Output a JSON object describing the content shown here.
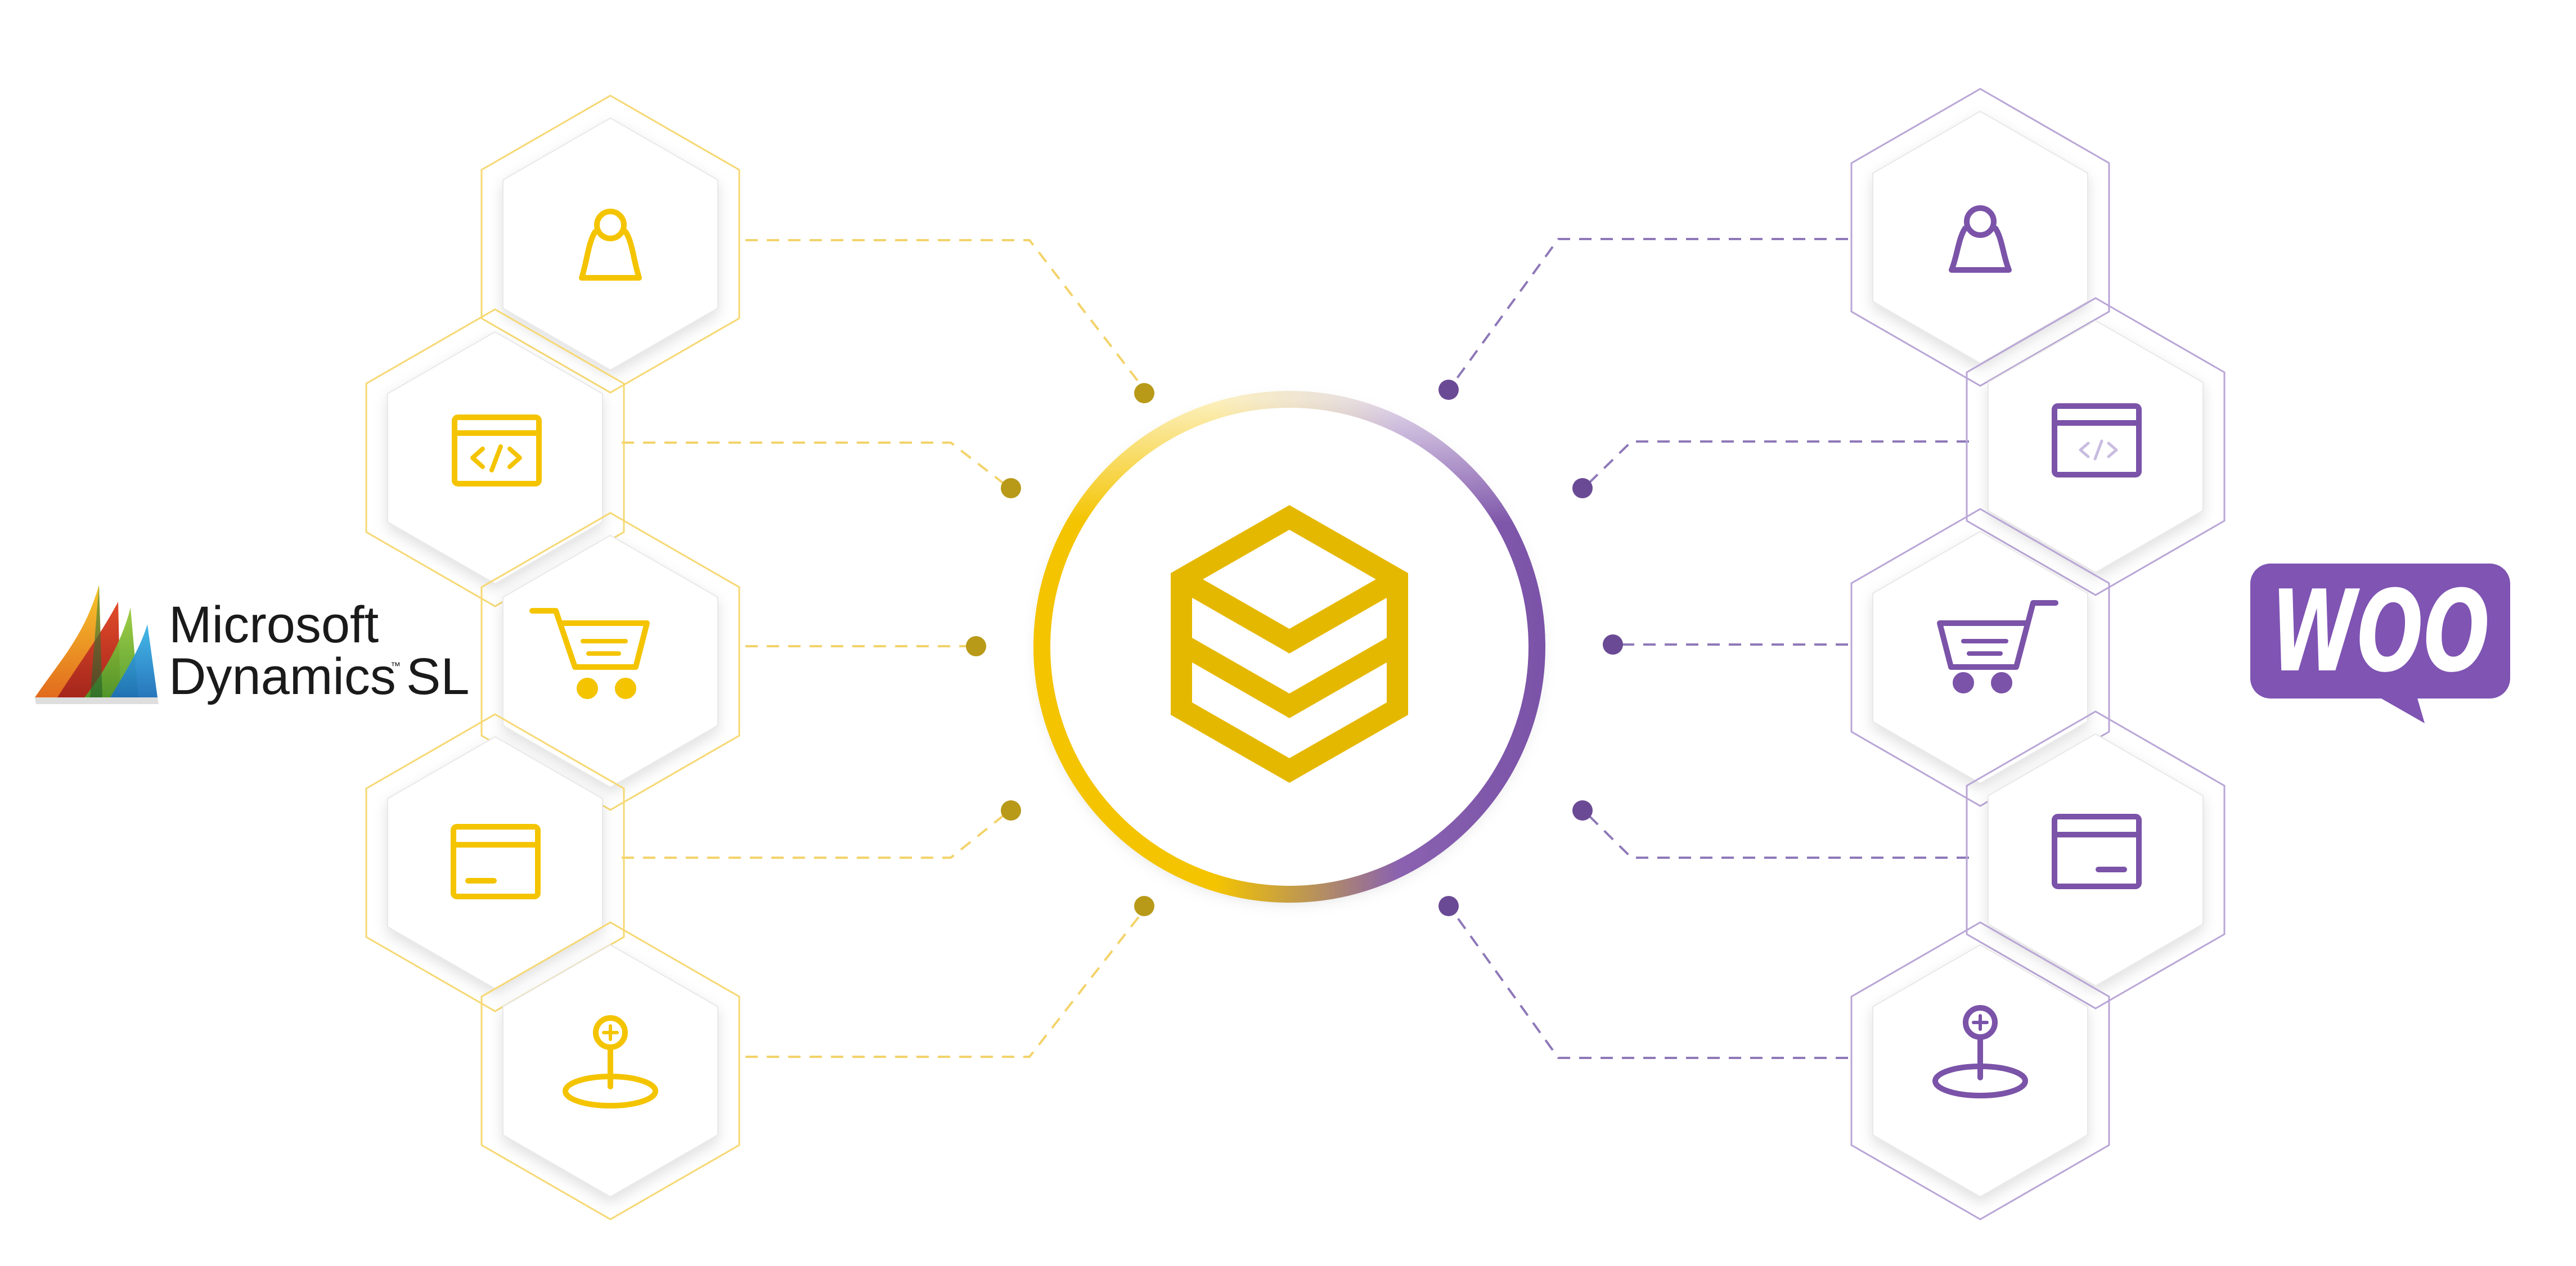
{
  "source_app": {
    "name_line1": "Microsoft",
    "name_line2": "Dynamics",
    "name_suffix": "SL",
    "trademark": "™",
    "color": "#F4C400"
  },
  "target_app": {
    "name": "WOO",
    "color": "#7B53A8",
    "badge_color": "#7F54B3"
  },
  "hub": {
    "icon": "layered-cube-icon",
    "ring_colors": [
      "#F4C400",
      "#7B53A8"
    ]
  },
  "entities": [
    {
      "id": "customers",
      "icon": "user-icon"
    },
    {
      "id": "code",
      "icon": "code-window-icon"
    },
    {
      "id": "orders",
      "icon": "shopping-cart-icon"
    },
    {
      "id": "invoices",
      "icon": "card-window-icon"
    },
    {
      "id": "locations",
      "icon": "location-pin-icon"
    }
  ],
  "colors": {
    "yellow": "#F4C400",
    "yellow_dark": "#B89A18",
    "purple": "#7B53A8",
    "purple_dark": "#6A4A95",
    "hex_outline_yellow": "#F6D873",
    "hex_outline_purple": "#B9A6D6"
  }
}
